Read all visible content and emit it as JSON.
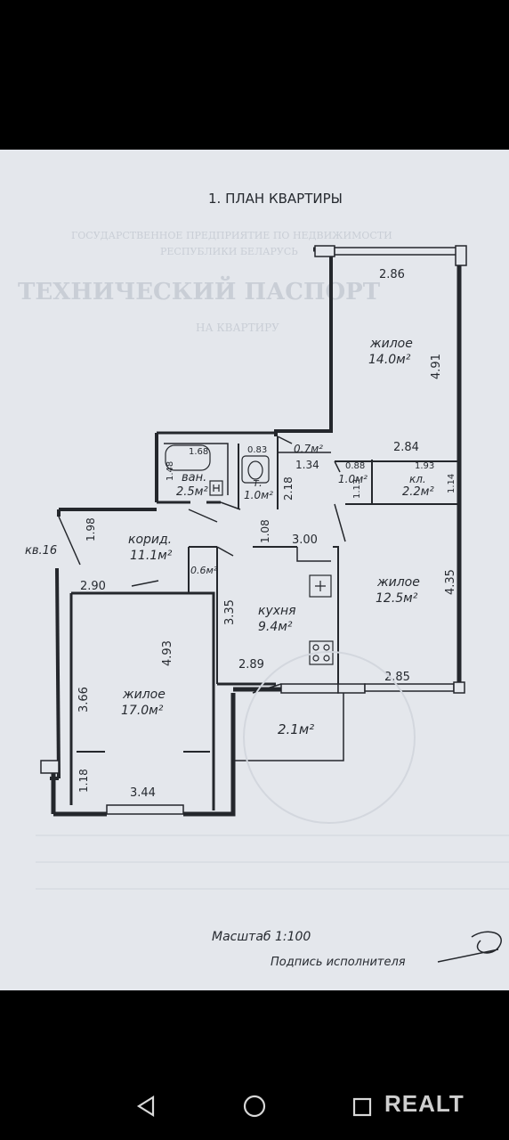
{
  "document": {
    "title": "1. ПЛАН КВАРТИРЫ",
    "faded_text": [
      "ГОСУДАРСТВЕННОЕ ПРЕДПРИЯТИЕ ПО НЕДВИЖИМОСТИ",
      "РЕСПУБЛИКИ БЕЛАРУСЬ",
      "ТЕХНИЧЕСКИЙ ПАСПОРТ",
      "НА КВАРТИРУ"
    ],
    "scale": "Масштаб  1:100",
    "signature_label": "Подпись исполнителя",
    "neighbor_label": "кв.16"
  },
  "rooms": {
    "living_top": {
      "name": "жилое",
      "area": "14.0м²"
    },
    "bath": {
      "name": "ван.",
      "area": "2.5м²"
    },
    "toilet": {
      "name": "т.",
      "area": "1.0м²"
    },
    "hall_small": {
      "area": "0.7м²"
    },
    "closet_small": {
      "area": "1.0м²"
    },
    "pantry": {
      "name": "кл.",
      "area": "2.2м²"
    },
    "corridor": {
      "name": "корид.",
      "area": "11.1м²"
    },
    "niche": {
      "area": "0.6м²"
    },
    "kitchen": {
      "name": "кухня",
      "area": "9.4м²"
    },
    "living_right": {
      "name": "жилое",
      "area": "12.5м²"
    },
    "living_left": {
      "name": "жилое",
      "area": "17.0м²"
    },
    "balcony": {
      "area": "2.1м²"
    }
  },
  "dimensions": {
    "d286": "2.86",
    "d491": "4.91",
    "d284": "2.84",
    "d168": "1.68",
    "d083": "0.83",
    "d134": "1.34",
    "d088": "0.88",
    "d193": "1.93",
    "d148": "1.48",
    "d218": "2.18",
    "d113": "1.13",
    "d114": "1.14",
    "d198": "1.98",
    "d108": "1.08",
    "d300": "3.00",
    "d290": "2.90",
    "d435": "4.35",
    "d335": "3.35",
    "d493": "4.93",
    "d366": "3.66",
    "d289": "2.89",
    "d285": "2.85",
    "d118": "1.18",
    "d344": "3.44"
  },
  "navbar": {
    "back": "back-icon",
    "home": "home-icon",
    "recents": "recents-icon",
    "watermark": "REALT"
  }
}
